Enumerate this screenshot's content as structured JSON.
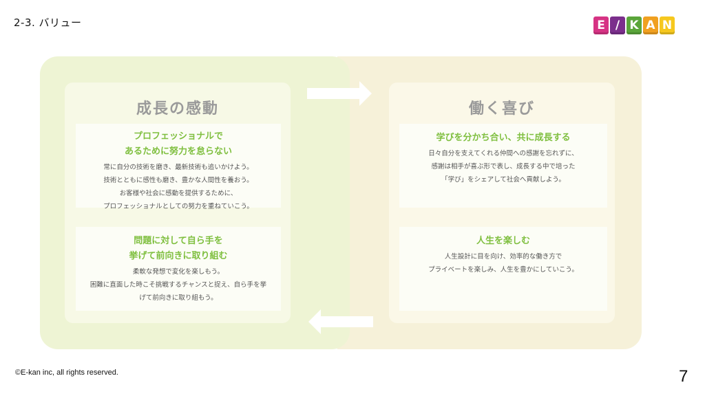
{
  "header": {
    "title": "2-3. バリュー",
    "logo_letters": [
      "E",
      "/",
      "K",
      "A",
      "N"
    ],
    "logo_colors": [
      "#d63384",
      "#7b2f8c",
      "#5aa53a",
      "#f0a020",
      "#f6c81e"
    ]
  },
  "footer": {
    "copyright": "©E-kan inc, all rights reserved.",
    "page_number": "7"
  },
  "left_card": {
    "title": "成長の感動",
    "item1": {
      "heading_line1": "プロフェッショナルで",
      "heading_line2": "あるために努力を怠らない",
      "body": [
        "常に自分の技術を磨き、最新技術も追いかけよう。",
        "技術とともに感性も磨き、豊かな人間性を養おう。",
        "お客様や社会に感動を提供するために、",
        "プロフェッショナルとしての努力を重ねていこう。"
      ]
    },
    "item2": {
      "heading_line1": "問題に対して自ら手を",
      "heading_line2": "挙げて前向きに取り組む",
      "body": [
        "柔軟な発想で変化を楽しもう。",
        "困難に直面した時こそ挑戦するチャンスと捉え、自ら手を挙",
        "げて前向きに取り組もう。"
      ]
    }
  },
  "right_card": {
    "title": "働く喜び",
    "item1": {
      "heading_line1": "学びを分かち合い、共に成長する",
      "body": [
        "日々自分を支えてくれる仲間への感謝を忘れずに、",
        "感謝は相手が喜ぶ形で表し、成長する中で培った",
        "「学び」をシェアして社会へ貢献しよう。"
      ]
    },
    "item2": {
      "heading_line1": "人生を楽しむ",
      "body": [
        "人生設計に目を向け、効率的な働き方で",
        "プライベートを楽しみ、人生を豊かにしていこう。"
      ]
    }
  },
  "colors": {
    "accent_green": "#7fbf3f",
    "left_panel": "#eef4d4",
    "right_panel": "#f6f1d9"
  }
}
